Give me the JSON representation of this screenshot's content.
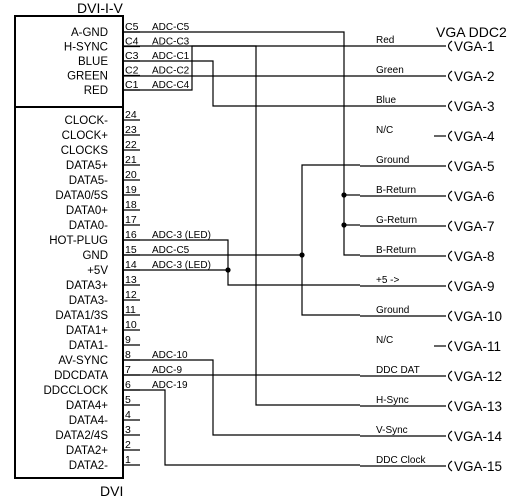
{
  "dvi_title": "DVI-I-V",
  "dvi_bottom_label": "DVI",
  "vga_title": "VGA DDC2",
  "analog_pins": [
    {
      "name": "A-GND",
      "pin": "C5",
      "adc": "ADC-C5"
    },
    {
      "name": "H-SYNC",
      "pin": "C4",
      "adc": "ADC-C3"
    },
    {
      "name": "BLUE",
      "pin": "C3",
      "adc": "ADC-C1"
    },
    {
      "name": "GREEN",
      "pin": "C2",
      "adc": "ADC-C2"
    },
    {
      "name": "RED",
      "pin": "C1",
      "adc": "ADC-C4"
    }
  ],
  "digital_pins": [
    {
      "name": "CLOCK-",
      "pin": "24",
      "adc": ""
    },
    {
      "name": "CLOCK+",
      "pin": "23",
      "adc": ""
    },
    {
      "name": "CLOCKS",
      "pin": "22",
      "adc": ""
    },
    {
      "name": "DATA5+",
      "pin": "21",
      "adc": ""
    },
    {
      "name": "DATA5-",
      "pin": "20",
      "adc": ""
    },
    {
      "name": "DATA0/5S",
      "pin": "19",
      "adc": ""
    },
    {
      "name": "DATA0+",
      "pin": "18",
      "adc": ""
    },
    {
      "name": "DATA0-",
      "pin": "17",
      "adc": ""
    },
    {
      "name": "HOT-PLUG",
      "pin": "16",
      "adc": "ADC-3 (LED)"
    },
    {
      "name": "GND",
      "pin": "15",
      "adc": "ADC-C5"
    },
    {
      "name": "+5V",
      "pin": "14",
      "adc": "ADC-3 (LED)"
    },
    {
      "name": "DATA3+",
      "pin": "13",
      "adc": ""
    },
    {
      "name": "DATA3-",
      "pin": "12",
      "adc": ""
    },
    {
      "name": "DATA1/3S",
      "pin": "11",
      "adc": ""
    },
    {
      "name": "DATA1+",
      "pin": "10",
      "adc": ""
    },
    {
      "name": "DATA1-",
      "pin": "9",
      "adc": ""
    },
    {
      "name": "AV-SYNC",
      "pin": "8",
      "adc": "ADC-10"
    },
    {
      "name": "DDCDATA",
      "pin": "7",
      "adc": "ADC-9"
    },
    {
      "name": "DDCCLOCK",
      "pin": "6",
      "adc": "ADC-19"
    },
    {
      "name": "DATA4+",
      "pin": "5",
      "adc": ""
    },
    {
      "name": "DATA4-",
      "pin": "4",
      "adc": ""
    },
    {
      "name": "DATA2/4S",
      "pin": "3",
      "adc": ""
    },
    {
      "name": "DATA2+",
      "pin": "2",
      "adc": ""
    },
    {
      "name": "DATA2-",
      "pin": "1",
      "adc": ""
    }
  ],
  "vga_pins": [
    {
      "signal": "Red",
      "label": "VGA-1"
    },
    {
      "signal": "Green",
      "label": "VGA-2"
    },
    {
      "signal": "Blue",
      "label": "VGA-3"
    },
    {
      "signal": "N/C",
      "label": "VGA-4"
    },
    {
      "signal": "Ground",
      "label": "VGA-5"
    },
    {
      "signal": "B-Return",
      "label": "VGA-6"
    },
    {
      "signal": "G-Return",
      "label": "VGA-7"
    },
    {
      "signal": "B-Return",
      "label": "VGA-8"
    },
    {
      "signal": "+5 ->",
      "label": "VGA-9"
    },
    {
      "signal": "Ground",
      "label": "VGA-10"
    },
    {
      "signal": "N/C",
      "label": "VGA-11"
    },
    {
      "signal": "DDC DAT",
      "label": "VGA-12"
    },
    {
      "signal": "H-Sync",
      "label": "VGA-13"
    },
    {
      "signal": "V-Sync",
      "label": "VGA-14"
    },
    {
      "signal": "DDC Clock",
      "label": "VGA-15"
    }
  ]
}
